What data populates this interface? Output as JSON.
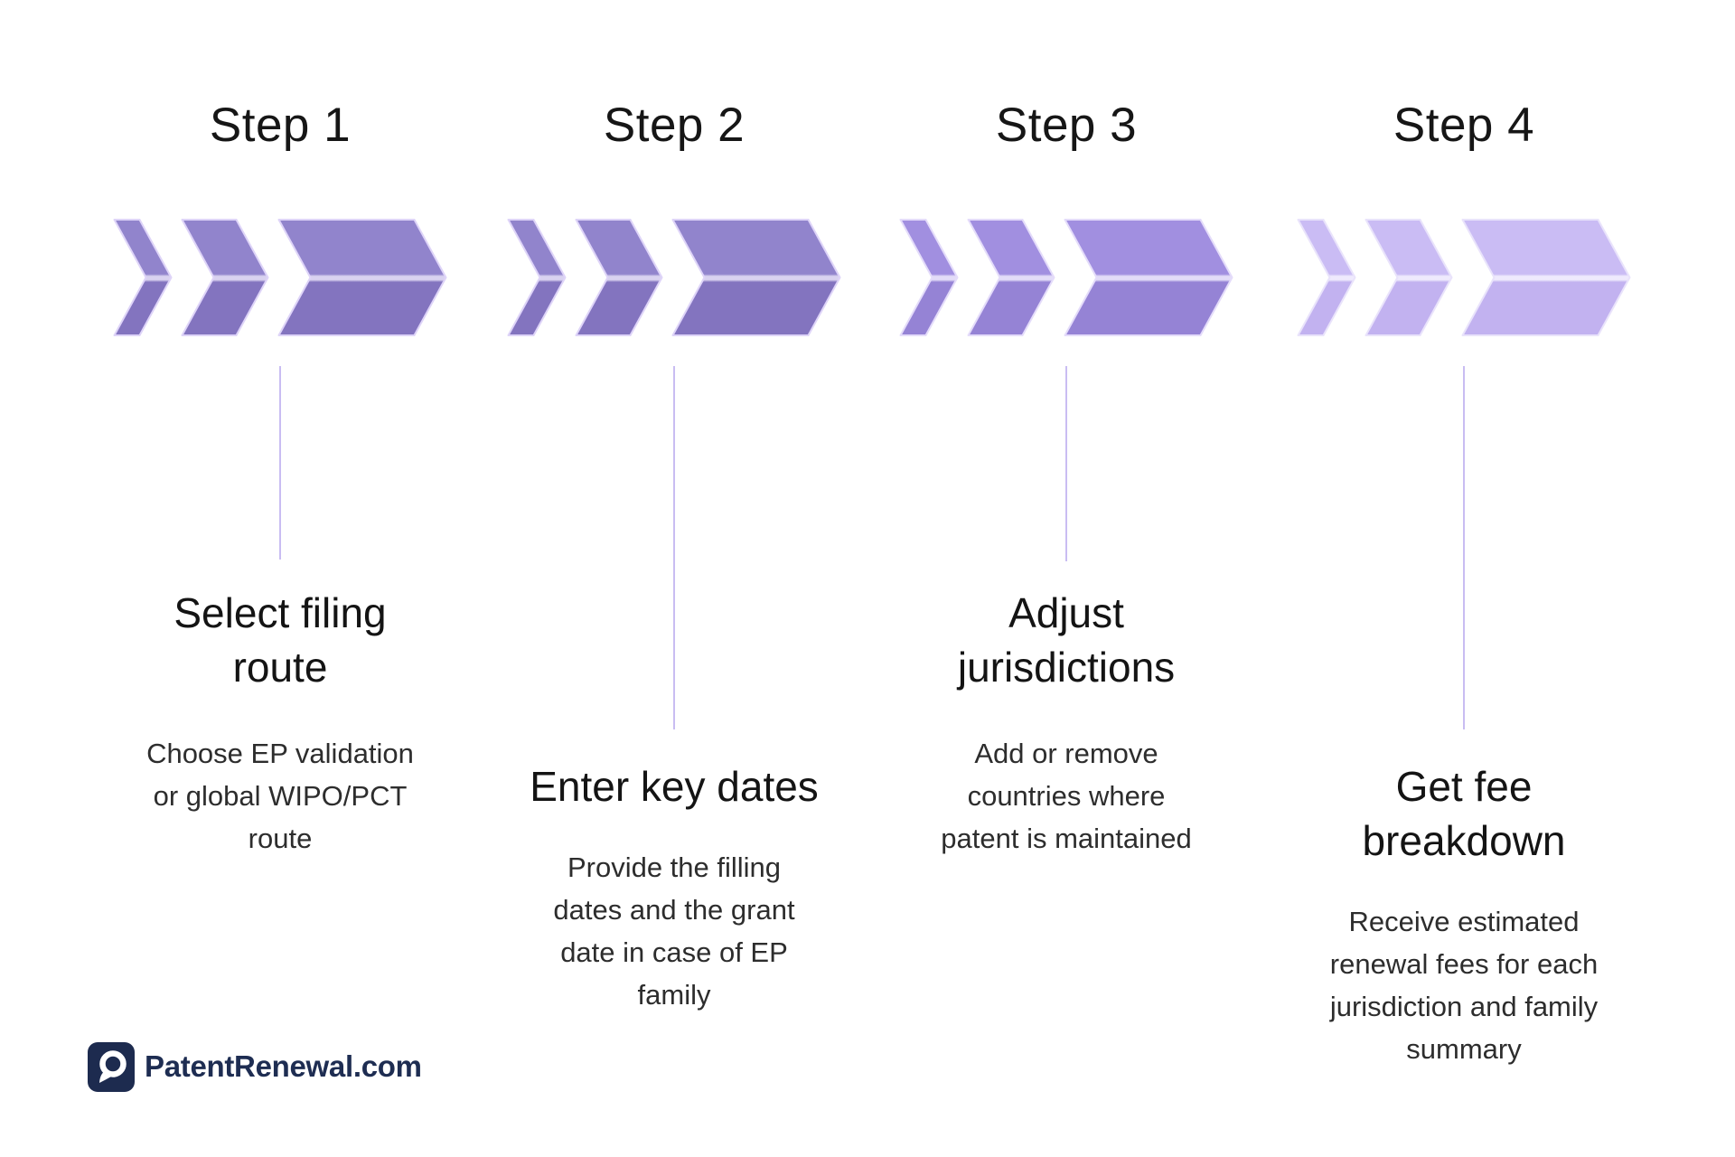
{
  "page": {
    "background": "#ffffff"
  },
  "connector_color": "#c9bdf2",
  "steps": [
    {
      "label": "Step 1",
      "title": "Select filing\nroute",
      "description": "Choose EP validation\nor global WIPO/PCT\nroute",
      "arrow_top": "#9184cc",
      "arrow_highlight": "#d9d2f0",
      "arrow_bottom": "#8374bf",
      "arrow_outline": "#ded4f8"
    },
    {
      "label": "Step 2",
      "title": "Enter key dates",
      "description": "Provide the filling\ndates and the grant\ndate in case of EP\nfamily",
      "arrow_top": "#9184cc",
      "arrow_highlight": "#d9d2f0",
      "arrow_bottom": "#8374bf",
      "arrow_outline": "#ded4f8"
    },
    {
      "label": "Step 3",
      "title": "Adjust\njurisdictions",
      "description": "Add or remove\ncountries where\npatent is maintained",
      "arrow_top": "#a18fe0",
      "arrow_highlight": "#e3dcf8",
      "arrow_bottom": "#9583d5",
      "arrow_outline": "#e4dcfa"
    },
    {
      "label": "Step 4",
      "title": "Get fee\nbreakdown",
      "description": "Receive estimated\nrenewal fees for each\njurisdiction and family\nsummary",
      "arrow_top": "#cabcf4",
      "arrow_highlight": "#efeafd",
      "arrow_bottom": "#c2b2f0",
      "arrow_outline": "#e9e3fb"
    }
  ],
  "footer": {
    "brand": "PatentRenewal.com",
    "logo_background": "#1d2b4f",
    "brand_text_color": "#1e2d52"
  }
}
